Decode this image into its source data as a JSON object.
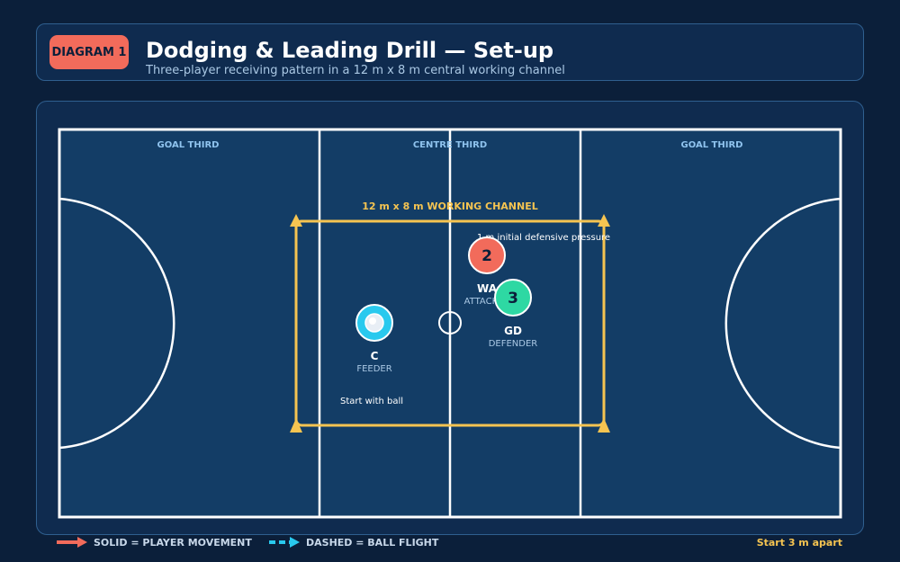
{
  "header": {
    "badge": "DIAGRAM 1",
    "title": "Dodging & Leading Drill — Set-up",
    "subtitle": "Three-player receiving pattern in a 12 m x 8 m central working channel"
  },
  "court": {
    "zones": [
      "GOAL THIRD",
      "CENTRE THIRD",
      "GOAL THIRD"
    ],
    "channel_label": "12 m x 8 m WORKING CHANNEL",
    "annotations": {
      "pressure": "1 m initial defensive pressure",
      "start_ball": "Start with ball"
    }
  },
  "players": {
    "feeder": {
      "position": "C",
      "role": "FEEDER"
    },
    "attacker": {
      "number": "2",
      "position": "WA",
      "role": "ATTACKER"
    },
    "defender": {
      "number": "3",
      "position": "GD",
      "role": "DEFENDER"
    }
  },
  "legend": {
    "solid": "SOLID = PLAYER MOVEMENT",
    "dashed": "DASHED = BALL FLIGHT"
  },
  "footer_note": "Start 3 m apart",
  "colors": {
    "background": "#0b1f3a",
    "court": "#133d66",
    "lines": "#ffffff",
    "accent_yellow": "#f5c451",
    "attacker": "#f26b5b",
    "defender": "#2ed8a3",
    "feeder": "#29c9ee"
  }
}
